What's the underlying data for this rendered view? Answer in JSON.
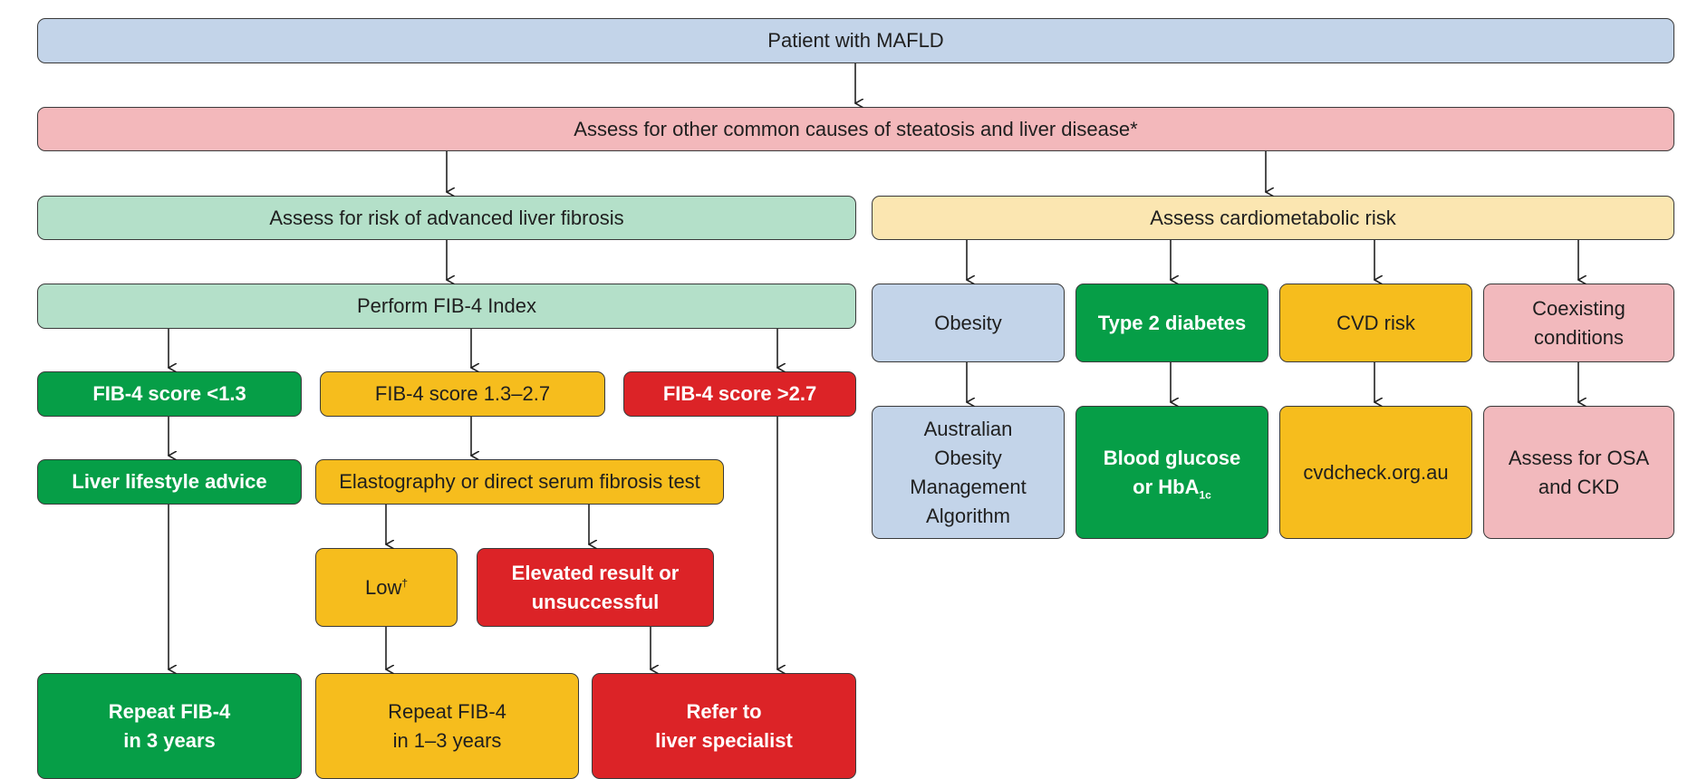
{
  "colors": {
    "blue": "#c3d4e9",
    "pink": "#f3b8bb",
    "light_green": "#b4e0c9",
    "cream": "#fbe6b1",
    "green": "#069e47",
    "yellow": "#f6bd1d",
    "red": "#dc2327",
    "arrow": "#222222"
  },
  "flow": {
    "patient": "Patient with MAFLD",
    "assess_causes": "Assess for other common causes of steatosis and liver disease*",
    "fibrosis": {
      "header": "Assess for risk of advanced liver fibrosis",
      "fib4": "Perform FIB-4 Index",
      "score_low": "FIB-4 score <1.3",
      "score_mid": "FIB-4 score 1.3–2.7",
      "score_high": "FIB-4 score >2.7",
      "lifestyle": "Liver lifestyle advice",
      "elastography": "Elastography or direct serum fibrosis test",
      "low_result": "Low",
      "low_mark": "†",
      "elevated_1": "Elevated result or",
      "elevated_2": "unsuccessful",
      "repeat3_1": "Repeat FIB-4",
      "repeat3_2": "in 3 years",
      "repeat13_1": "Repeat FIB-4",
      "repeat13_2": "in 1–3 years",
      "refer_1": "Refer to",
      "refer_2": "liver specialist"
    },
    "cardio": {
      "header": "Assess cardiometabolic risk",
      "obesity": "Obesity",
      "diabetes": "Type 2 diabetes",
      "cvd": "CVD risk",
      "coexisting_1": "Coexisting",
      "coexisting_2": "conditions",
      "aoma_1": "Australian",
      "aoma_2": "Obesity",
      "aoma_3": "Management",
      "aoma_4": "Algorithm",
      "glucose_1": "Blood glucose",
      "glucose_2": "or HbA",
      "glucose_sub": "1c",
      "cvdcheck": "cvdcheck.org.au",
      "osa_1": "Assess for OSA",
      "osa_2": "and CKD"
    }
  }
}
